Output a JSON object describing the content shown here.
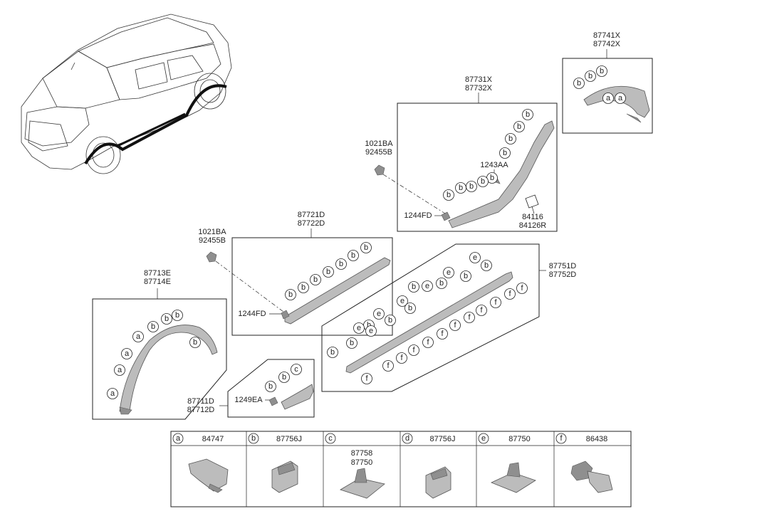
{
  "groups": {
    "g87741": [
      "87741X",
      "87742X"
    ],
    "g87731": [
      "87731X",
      "87732X"
    ],
    "g1021a": [
      "1021BA",
      "92455B"
    ],
    "g1021b": [
      "1021BA",
      "92455B"
    ],
    "g87721": [
      "87721D",
      "87722D"
    ],
    "g87713": [
      "87713E",
      "87714E"
    ],
    "g87751": [
      "87751D",
      "87752D"
    ],
    "g87711": [
      "87711D",
      "87712D"
    ],
    "g84116": [
      "84116",
      "84126R"
    ]
  },
  "single_labels": {
    "l1243AA": "1243AA",
    "l1244FD_top": "1244FD",
    "l1244FD_mid": "1244FD",
    "l1249EA": "1249EA"
  },
  "legend": [
    {
      "letter": "a",
      "part": "84747"
    },
    {
      "letter": "b",
      "part": "87756J"
    },
    {
      "letter": "c",
      "part": "87758\n87750"
    },
    {
      "letter": "d",
      "part": "87756J"
    },
    {
      "letter": "e",
      "part": "87750"
    },
    {
      "letter": "f",
      "part": "86438"
    }
  ],
  "colors": {
    "line": "#222222",
    "part_fill": "#b9b9b9",
    "part_dark": "#8a8a8a"
  }
}
